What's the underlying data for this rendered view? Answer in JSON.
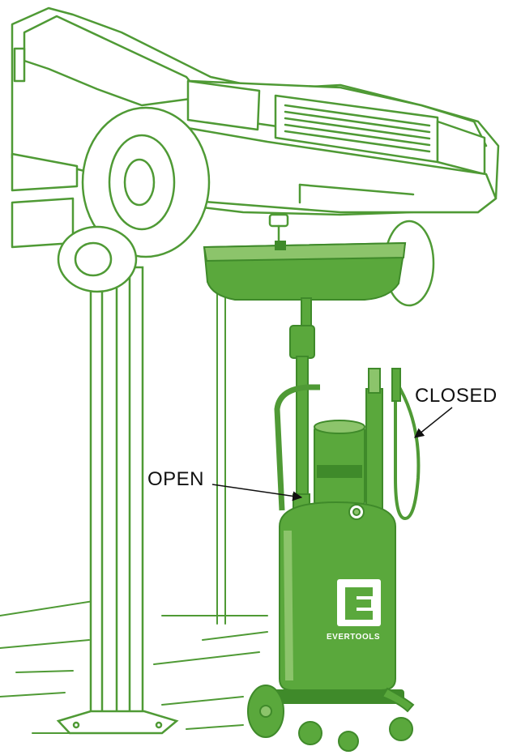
{
  "labels": {
    "closed": "CLOSED",
    "open": "OPEN"
  },
  "brand": {
    "name": "EVERTOOLS",
    "logo_letter": "E"
  },
  "colors": {
    "line_green": "#4f9a35",
    "fill_green": "#5aa83c",
    "fill_green_dark": "#3f8a2a",
    "fill_green_light": "#8cc46b",
    "background": "#ffffff",
    "arrow": "#111111"
  },
  "icons": {
    "lifted_car": "car-on-lift-illustration",
    "oil_drain": "oil-drain-tank-illustration"
  }
}
